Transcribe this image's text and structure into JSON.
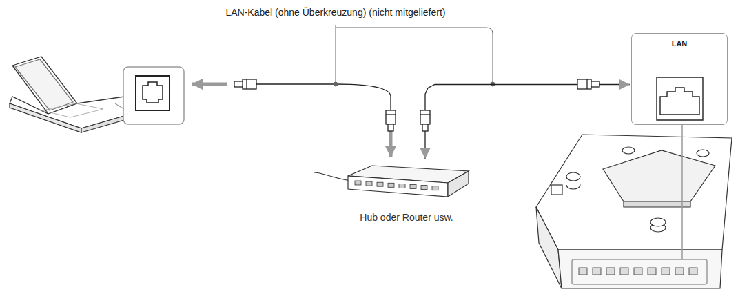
{
  "diagram": {
    "nodes": [
      {
        "text": [
          "Hub oder Router usw."
        ]
      },
      {
        "text": [
          "LAN"
        ]
      }
    ],
    "edges": [
      {
        "from": 0,
        "to": 1,
        "arrow": "both"
      }
    ],
    "labels": [
      "LAN-Kabel (ohne Überkreuzung) (nicht mitgeliefert)"
    ]
  }
}
